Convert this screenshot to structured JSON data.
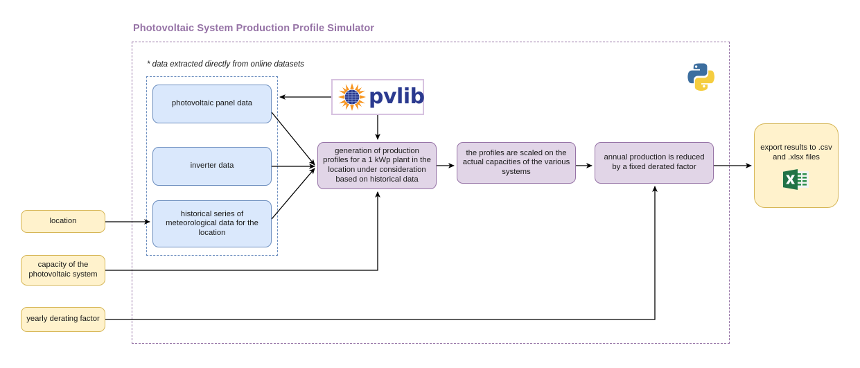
{
  "diagram": {
    "title": "Photovoltaic System Production Profile Simulator",
    "note": "* data extracted directly from online datasets",
    "title_color": "#9673a6",
    "outer_border_color": "#9673a6",
    "inner_border_color": "#6c8ebf"
  },
  "data_sources": {
    "panel_data": "photovoltaic panel data",
    "inverter_data": "inverter data",
    "historical_data": "historical series of meteorological data for the location"
  },
  "process": {
    "generation": "generation of production profiles for a 1 kWp plant in the location under consideration based on historical data",
    "scaling": "the profiles are scaled on the actual capacities of the various systems",
    "derating": "annual production is reduced by a fixed derated factor"
  },
  "inputs": {
    "location": "location",
    "capacity": "capacity of the photovoltaic system",
    "derating_factor": "yearly derating factor"
  },
  "output": {
    "export": "export results to .csv and .xlsx files",
    "icon": "excel-icon"
  },
  "logos": {
    "pvlib_word": "pvlib",
    "pvlib_icon": "sun-solar-panel-icon",
    "python_icon": "python-logo-icon"
  },
  "colors": {
    "blue_fill": "#dae8fc",
    "blue_stroke": "#6c8ebf",
    "purple_fill": "#e1d5e7",
    "purple_stroke": "#9673a6",
    "yellow_fill": "#ffe6cc",
    "yellow_light_fill": "#fff2cc",
    "yellow_stroke": "#d6b656",
    "excel_green": "#217346",
    "python_blue": "#386f9e",
    "python_yellow": "#f7d03c",
    "pvlib_blue": "#2b3a8f",
    "pvlib_orange": "#f5a623"
  }
}
